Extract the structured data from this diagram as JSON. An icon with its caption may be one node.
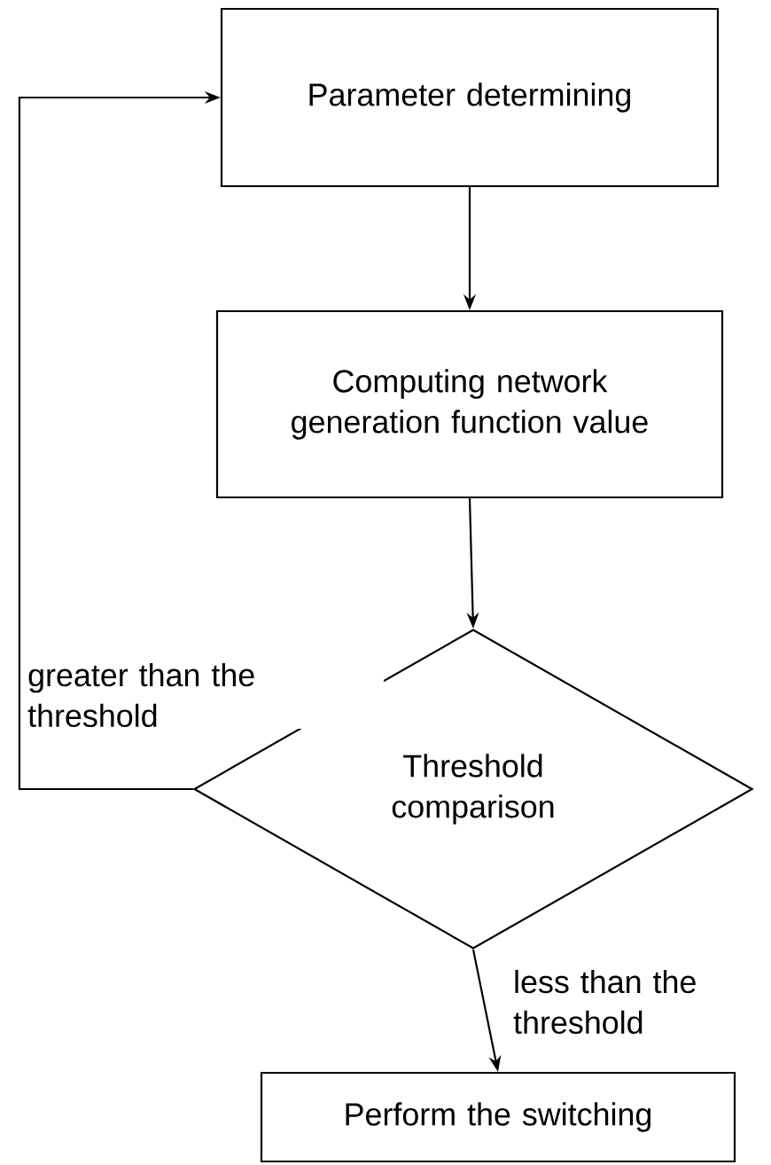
{
  "diagram": {
    "nodes": [
      {
        "text": [
          "Parameter determining"
        ]
      },
      {
        "text": [
          "Computing network generation function value"
        ]
      },
      {
        "text": [
          "Threshold comparison"
        ]
      },
      {
        "text": [
          "Perform the switching"
        ]
      }
    ],
    "edges": [
      {
        "from": 0,
        "to": 1,
        "arrow": "to"
      },
      {
        "from": 1,
        "to": 2,
        "arrow": "to"
      },
      {
        "from": 2,
        "to": 3,
        "arrow": "to",
        "label": "less than the threshold"
      },
      {
        "from": 2,
        "to": 0,
        "arrow": "to",
        "label": "greater than the threshold"
      }
    ]
  }
}
